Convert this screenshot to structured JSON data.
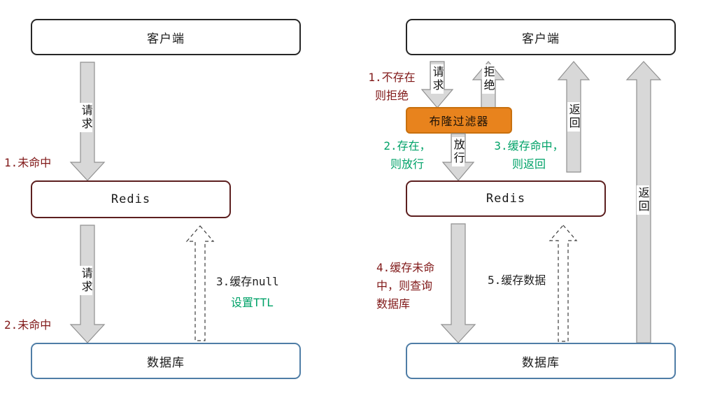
{
  "left_diagram": {
    "client_label": "客户端",
    "redis_label": "Redis",
    "database_label": "数据库",
    "request1_label": "请求",
    "request2_label": "请求",
    "step1_miss": "1.未命中",
    "step2_miss": "2.未命中",
    "step3_cache_null": "3.缓存null",
    "step3_set_ttl": "设置TTL"
  },
  "right_diagram": {
    "client_label": "客户端",
    "bloom_filter_label": "布隆过滤器",
    "redis_label": "Redis",
    "database_label": "数据库",
    "request_label": "请求",
    "reject_label": "拒绝",
    "pass_label": "放行",
    "return_from_redis_label": "返回",
    "return_from_db_label": "返回",
    "step1_not_exist": "1.不存在\n则拒绝",
    "step2_exist": "2.存在，\n则放行",
    "step3_cache_hit": "3.缓存命中，\n则返回",
    "step4_cache_miss": "4.缓存未命\n中，则查询\n数据库",
    "step5_cache_data": "5.缓存数据"
  },
  "colors": {
    "step_red": "#801818",
    "step_green": "#00a268",
    "bloom_bg": "#e8831d",
    "redis_border": "#5c1f1f",
    "database_border": "#4f7da6",
    "client_border": "#262626"
  }
}
